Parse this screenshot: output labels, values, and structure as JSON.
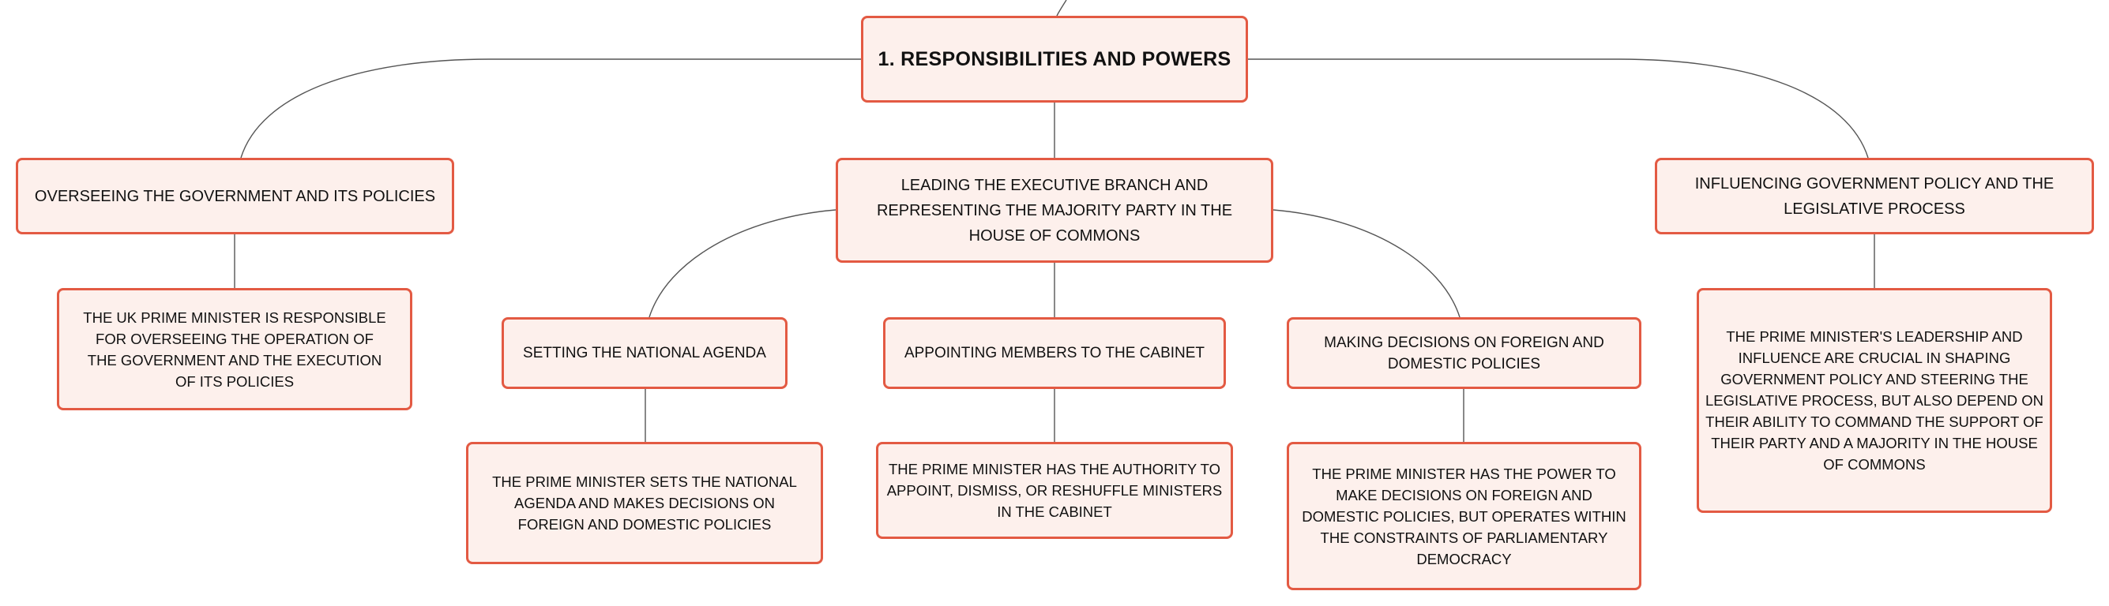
{
  "root": {
    "label": "1. RESPONSIBILITIES AND POWERS"
  },
  "branches": {
    "overseeing": {
      "label": "OVERSEEING THE GOVERNMENT AND ITS POLICIES",
      "detail": "THE UK PRIME MINISTER IS RESPONSIBLE FOR OVERSEEING THE OPERATION OF THE GOVERNMENT AND THE EXECUTION OF ITS POLICIES"
    },
    "leading": {
      "label": "LEADING THE EXECUTIVE BRANCH AND REPRESENTING THE MAJORITY PARTY IN THE HOUSE OF COMMONS",
      "children": {
        "agenda": {
          "label": "SETTING THE NATIONAL AGENDA",
          "detail": "THE PRIME MINISTER SETS THE NATIONAL AGENDA AND MAKES DECISIONS ON FOREIGN AND DOMESTIC POLICIES"
        },
        "cabinet": {
          "label": "APPOINTING MEMBERS TO THE CABINET",
          "detail": "THE PRIME MINISTER HAS THE AUTHORITY TO APPOINT, DISMISS, OR RESHUFFLE MINISTERS IN THE CABINET"
        },
        "decisions": {
          "label": "MAKING DECISIONS ON FOREIGN AND DOMESTIC POLICIES",
          "detail": "THE PRIME MINISTER HAS THE POWER TO MAKE DECISIONS ON FOREIGN AND DOMESTIC POLICIES, BUT OPERATES WITHIN THE CONSTRAINTS OF PARLIAMENTARY DEMOCRACY"
        }
      }
    },
    "influencing": {
      "label": "INFLUENCING GOVERNMENT POLICY AND THE LEGISLATIVE PROCESS",
      "detail": "THE PRIME MINISTER'S LEADERSHIP AND INFLUENCE ARE CRUCIAL IN SHAPING GOVERNMENT POLICY AND STEERING THE LEGISLATIVE PROCESS, BUT ALSO DEPEND ON THEIR ABILITY TO COMMAND THE SUPPORT OF THEIR PARTY AND A MAJORITY IN THE HOUSE OF COMMONS"
    }
  },
  "colors": {
    "node_fill": "#fdf0ec",
    "node_border": "#e35a43",
    "connector": "#555555",
    "text": "#111111"
  }
}
